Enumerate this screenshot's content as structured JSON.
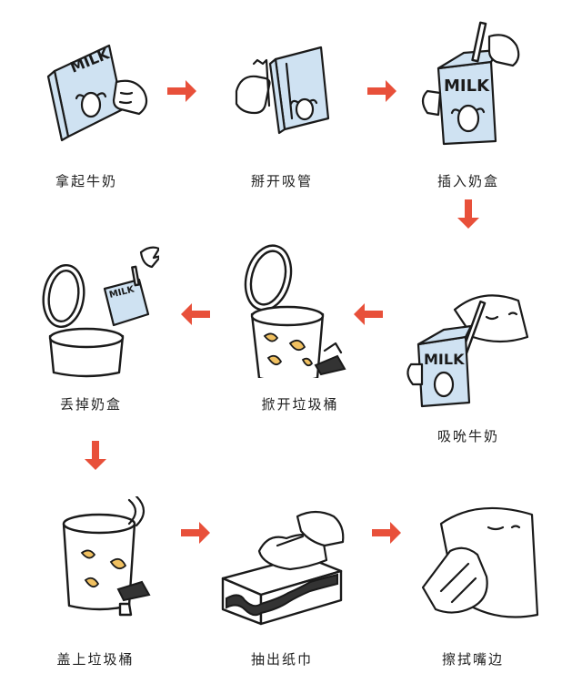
{
  "steps": [
    {
      "label": "拿起牛奶"
    },
    {
      "label": "掰开吸管"
    },
    {
      "label": "插入奶盒"
    },
    {
      "label": "吸吮牛奶"
    },
    {
      "label": "掀开垃圾桶"
    },
    {
      "label": "丢掉奶盒"
    },
    {
      "label": "盖上垃圾桶"
    },
    {
      "label": "抽出纸巾"
    },
    {
      "label": "擦拭嘴边"
    }
  ],
  "carton_text": "MILK",
  "colors": {
    "arrow": "#e8503a",
    "carton": "#cfe2f2",
    "spots": "#f0c060"
  },
  "icons": [
    "milk-carton-icon",
    "straw-icon",
    "trash-bin-icon",
    "tissue-box-icon",
    "hand-icon",
    "arrow-icon"
  ]
}
